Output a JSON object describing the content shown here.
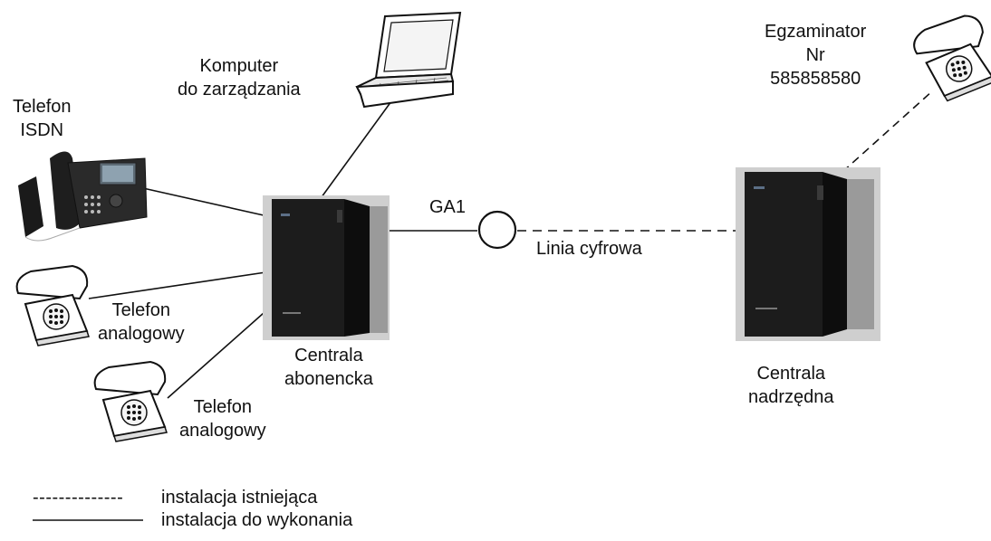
{
  "nodes": {
    "laptop": {
      "label_lines": [
        "Komputer",
        "do zarządzania"
      ],
      "icon": "laptop-icon"
    },
    "isdn_phone": {
      "label_lines": [
        "Telefon",
        "ISDN"
      ],
      "icon": "ip-phone-icon"
    },
    "analog_phone_1": {
      "label_lines": [
        "Telefon",
        "analogowy"
      ],
      "icon": "analog-phone-icon"
    },
    "analog_phone_2": {
      "label_lines": [
        "Telefon",
        "analogowy"
      ],
      "icon": "analog-phone-icon"
    },
    "pbx_subscriber": {
      "label_lines": [
        "Centrala",
        "abonencka"
      ],
      "icon": "pbx-cabinet-icon"
    },
    "pbx_upstream": {
      "label_lines": [
        "Centrala",
        "nadrzędna"
      ],
      "icon": "pbx-cabinet-icon"
    },
    "examiner_phone": {
      "label_lines": [
        "Egzaminator",
        "Nr",
        "585858580"
      ],
      "icon": "analog-phone-icon"
    }
  },
  "connector": {
    "label": "GA1",
    "icon": "circle-connector-icon"
  },
  "links": {
    "digital_line_label": "Linia cyfrowa"
  },
  "legend": {
    "dashed_sample": "--------------",
    "dashed_label": "instalacja istniejąca",
    "solid_label": "instalacja do wykonania"
  },
  "colors": {
    "line": "#111111",
    "cabinet_dark": "#1c1c1c",
    "cabinet_edge": "#8a8a8a"
  }
}
